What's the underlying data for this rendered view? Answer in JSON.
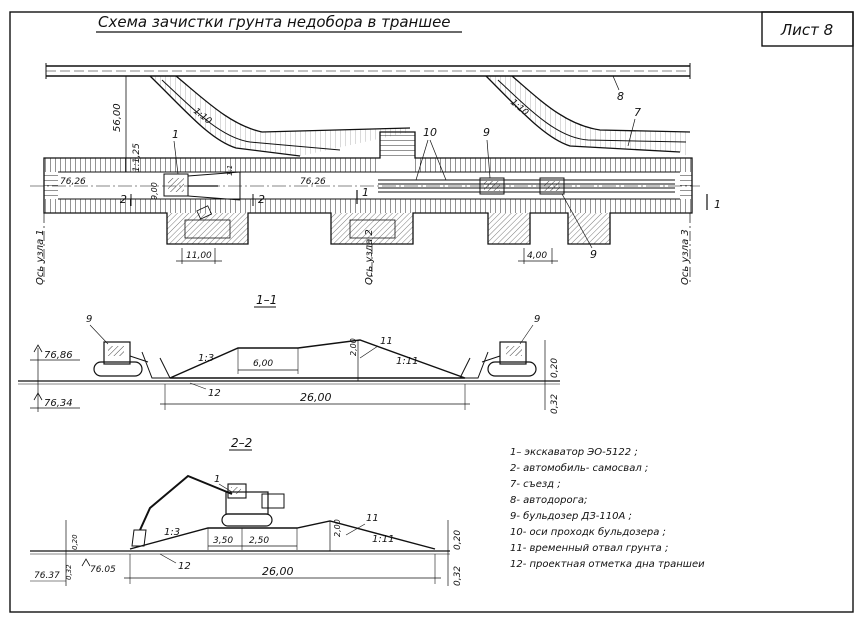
{
  "title": "Схема зачистки грунта недобора в траншее",
  "sheet_label": "Лист 8",
  "plan": {
    "dim_56": "56,00",
    "slope_125": "1:1,25",
    "mark_1": "1",
    "mark_2": "2",
    "mark_7": "7",
    "mark_8": "8",
    "mark_9": "9",
    "mark_10": "10",
    "mark_9_bottom": "9",
    "elev_left": "76,26",
    "elev_mid": "76,26",
    "width_left": "9,00",
    "slope_small": "1:1",
    "ramp_slope_left": "1:10",
    "ramp_slope_right": "1:10",
    "dim_11": "11,00",
    "dim_4": "4,00",
    "axis_node_1": "Ось узла 1",
    "axis_node_2": "Ось узла 2",
    "axis_node_3": "Ось узла 3",
    "cut_2": "2",
    "cut_2b": "2",
    "cut_1": "1",
    "cut_1b": "1"
  },
  "section_1": {
    "title": "1–1",
    "elev_top": "76,86",
    "elev_bottom": "76,34",
    "slope_left": "1:3",
    "slope_right": "1:11",
    "width_top": "6,00",
    "height": "2,00",
    "length": "26,00",
    "depth_right_top": "0,20",
    "depth_right_bottom": "0,32",
    "mark_9_left": "9",
    "mark_9_right": "9",
    "mark_11": "11",
    "mark_12": "12"
  },
  "section_2": {
    "title": "2–2",
    "mark_1": "1",
    "slope_left": "1:3",
    "slope_right": "1:11",
    "w1": "3,50",
    "w2": "2,50",
    "height": "2,00",
    "length": "26,00",
    "elev_left": "76.37",
    "elev_left2": "76.05",
    "dim_020_left": "0,20",
    "dim_032_left": "0,32",
    "dim_020_right": "0,20",
    "dim_032_right": "0,32",
    "mark_11": "11",
    "mark_12": "12"
  },
  "legend": [
    "1– экскаватор ЭО-5122 ;",
    "2- автомобиль- самосвал ;",
    "7- съезд ;",
    "8- автодорога;",
    "9- бульдозер ДЗ-110А ;",
    "10- оси проходк бульдозера ;",
    "11- временный отвал грунта ;",
    "12- проектная отметка дна траншеи"
  ]
}
